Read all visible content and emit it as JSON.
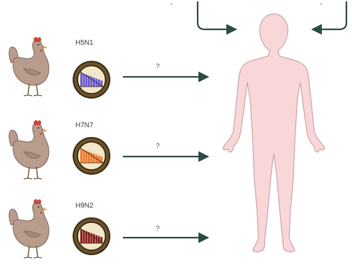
{
  "strains": [
    {
      "label": "H5N1",
      "bar_color": "#6a5ad8",
      "question": "?"
    },
    {
      "label": "H7N7",
      "bar_color": "#f07a2a",
      "question": "?"
    },
    {
      "label": "H9N2",
      "bar_color": "#8a2020",
      "question": "?"
    }
  ],
  "top_marks": [
    "-",
    "-"
  ],
  "colors": {
    "arrow": "#2b4a44",
    "human_fill": "#f9d7d8",
    "human_stroke": "#c9a2a4",
    "chicken_fill": "#b89c8c",
    "chicken_stroke": "#7d6458",
    "comb": "#c44a3a",
    "virus_ring": "#6b5228",
    "virus_inner": "#f2e7c9"
  }
}
